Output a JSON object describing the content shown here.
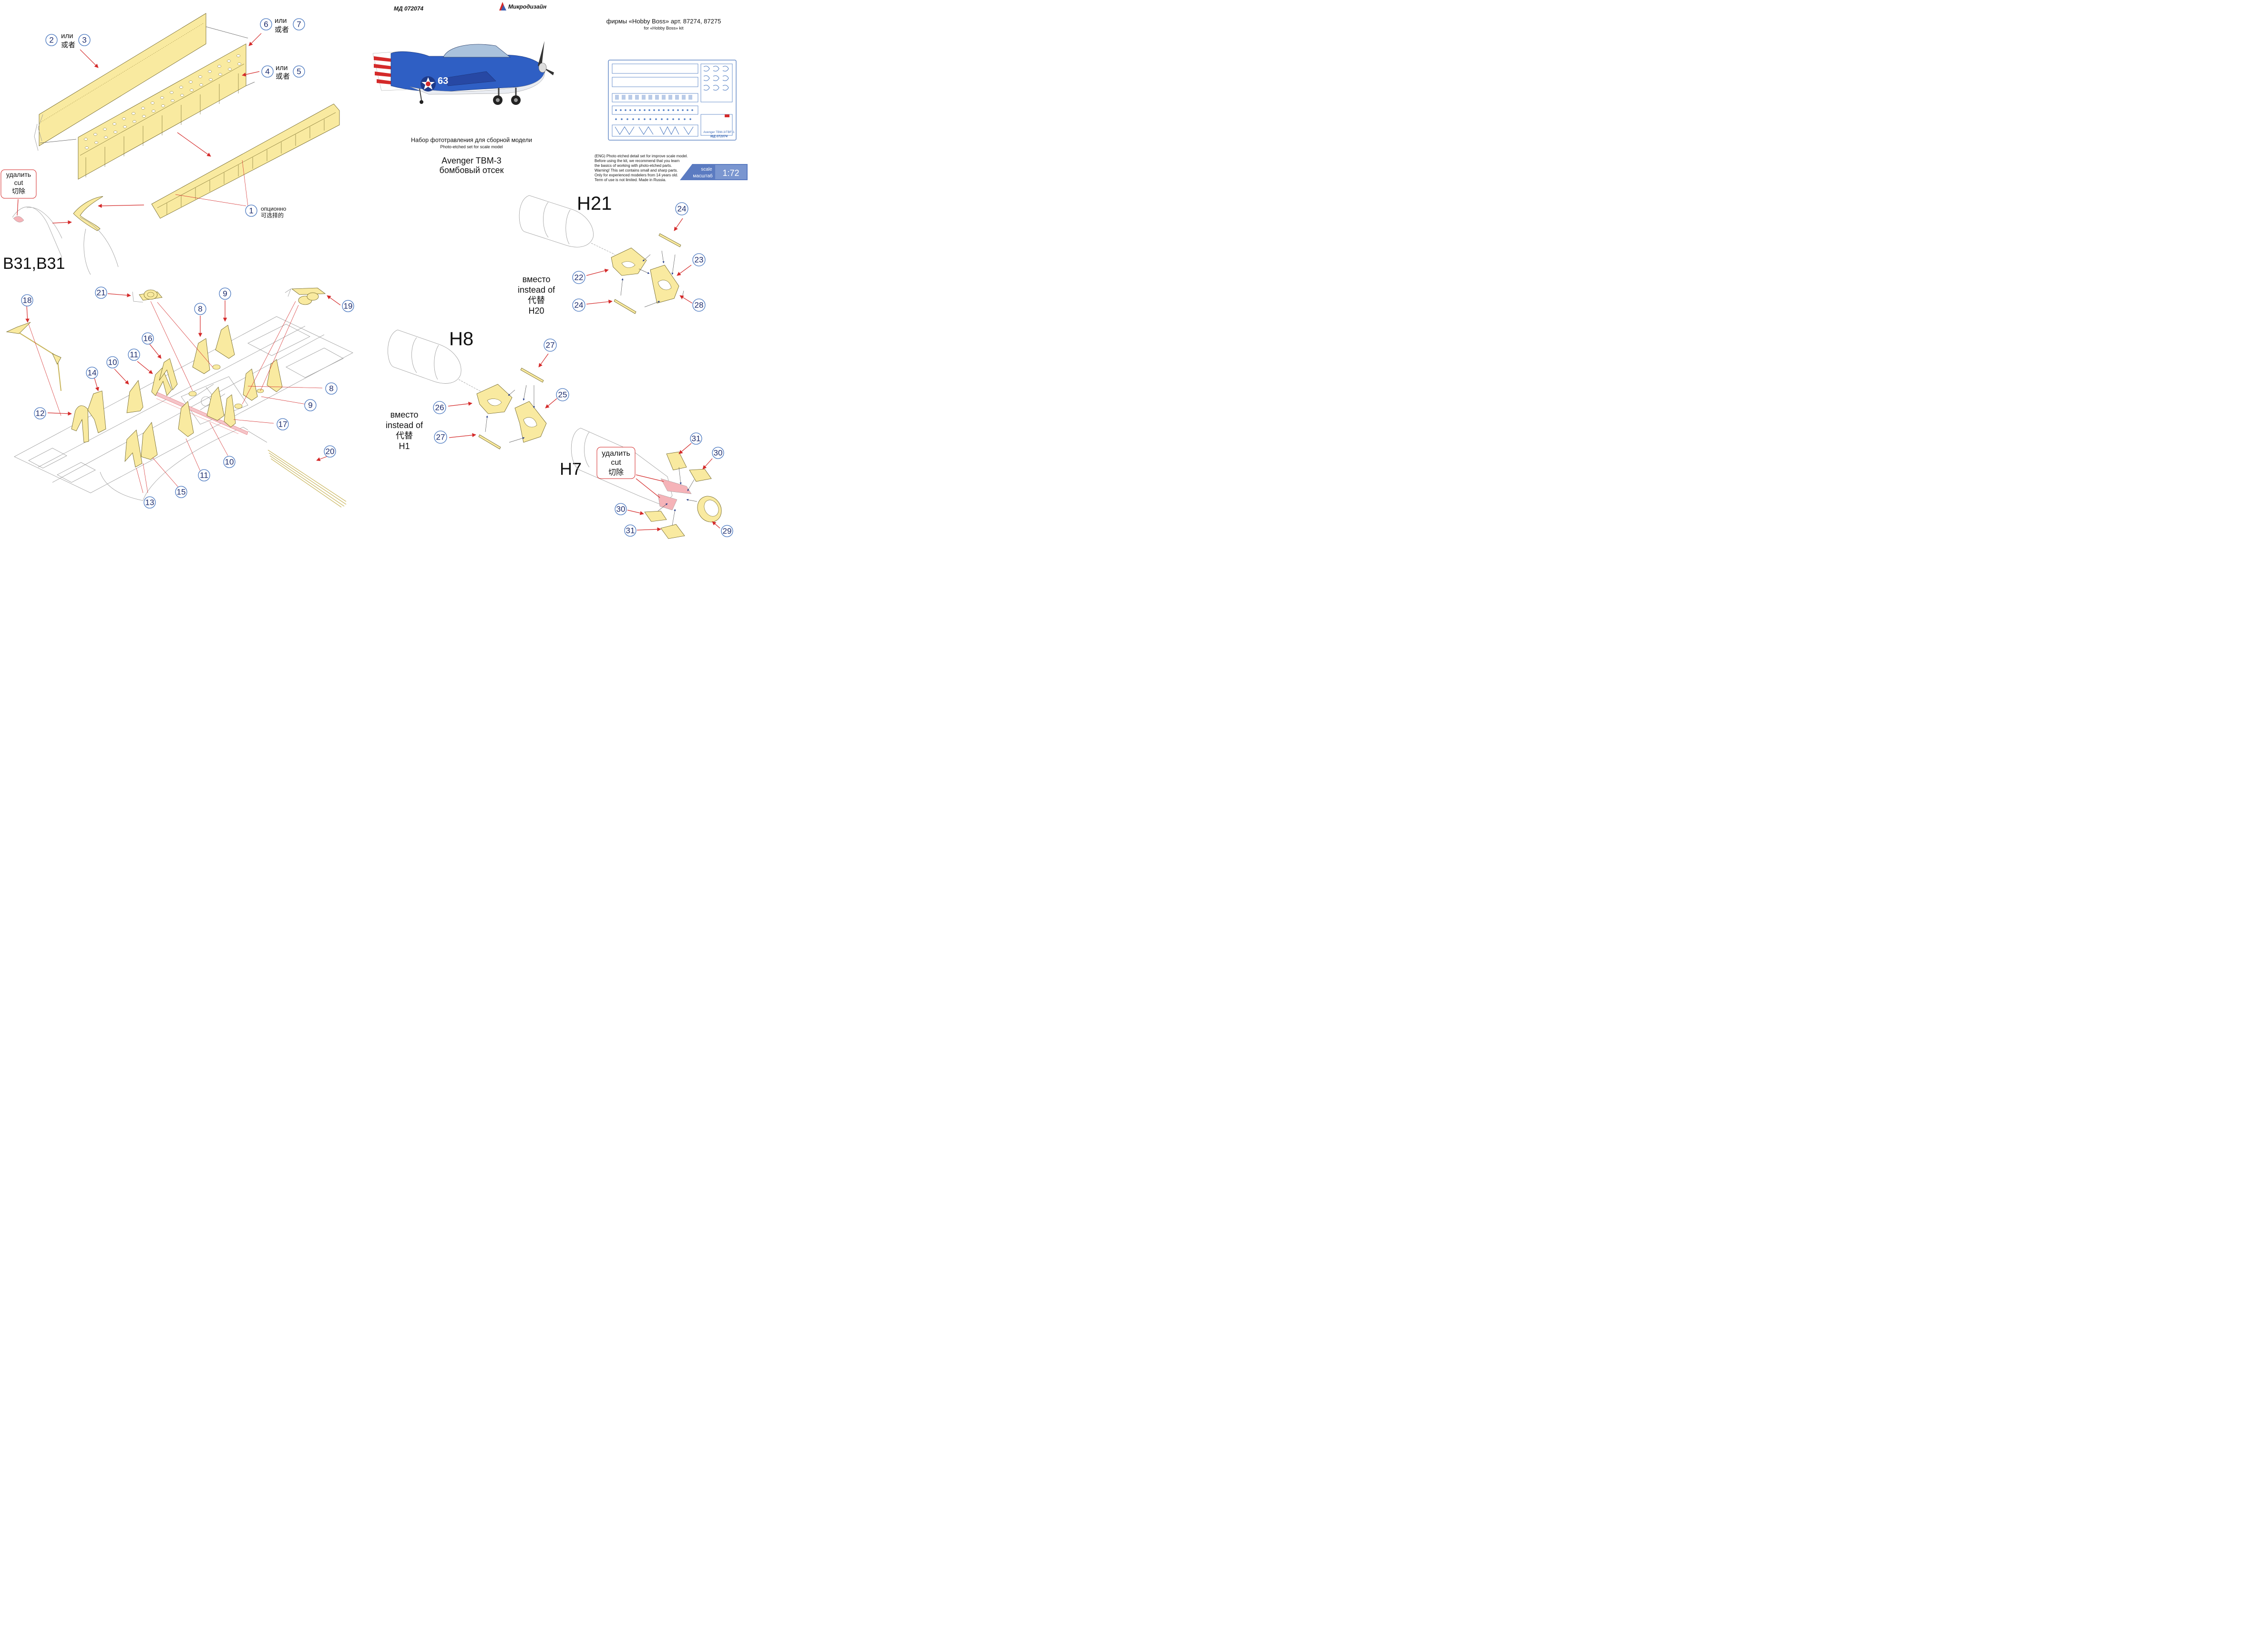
{
  "header": {
    "article": "МД 072074",
    "brand": "Микродизайн",
    "kit_line": "фирмы «Hobby Boss» арт. 87274, 87275",
    "kit_line_en": "for «Hobby Boss» kit",
    "set_title_ru": "Набор фототравления для сборной модели",
    "set_title_en": "Photo-etched set for scale model",
    "model_name": "Avenger TBM-3",
    "model_sub": "бомбовый отсек",
    "fret_caption": "Avenger TBM-3/TBF-1",
    "fret_code": "МД 072074",
    "aircraft_number": "63"
  },
  "warning": {
    "lines": [
      "(ENG) Photo etched detail set for improve scale model.",
      "Before using the kit, we recommend that you learn",
      "the basics of working with photo-etched parts.",
      "Warning! This set contains small and sharp parts.",
      "Only for experienced modelers from 14 years old.",
      "Term of use is not limited. Made in Russia."
    ]
  },
  "scale": {
    "label_en": "scale",
    "label_ru": "масштаб",
    "value": "1:72"
  },
  "words": {
    "or_ru": "или",
    "or_cn": "或者",
    "optional_ru": "опционно",
    "optional_cn": "可选择的",
    "cut_ru": "удалить",
    "cut_en": "cut",
    "cut_cn": "切除",
    "instead_ru": "вместо",
    "instead_en": "instead of",
    "instead_cn": "代替"
  },
  "sections": {
    "b31": "B31,B31",
    "h21": "H21",
    "h8": "H8",
    "h7": "H7",
    "h20": "H20",
    "h1": "H1"
  },
  "callouts": [
    "1",
    "2",
    "3",
    "4",
    "5",
    "6",
    "7",
    "8",
    "9",
    "10",
    "11",
    "12",
    "13",
    "14",
    "15",
    "16",
    "17",
    "18",
    "19",
    "20",
    "21",
    "22",
    "23",
    "24",
    "25",
    "26",
    "27",
    "28",
    "29",
    "30",
    "31"
  ],
  "colors": {
    "part": "#f9eaa0",
    "callout": "#4a78c0",
    "arrow": "#d42a2a",
    "cut": "#f5b3b8",
    "scale_band": "#5b7bc1"
  }
}
